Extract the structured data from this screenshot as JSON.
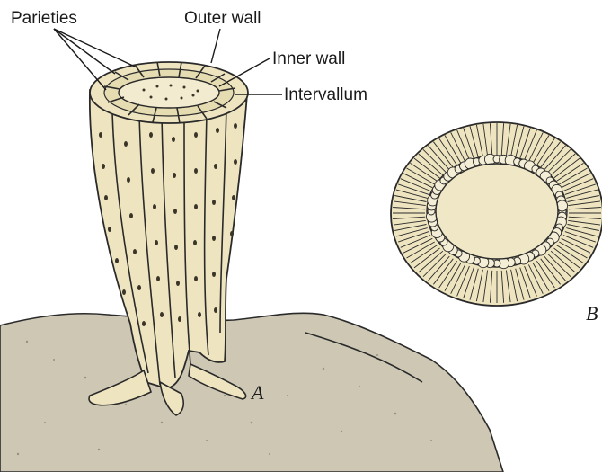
{
  "labels": {
    "parieties": "Parieties",
    "outer_wall": "Outer wall",
    "inner_wall": "Inner wall",
    "intervallum": "Intervallum"
  },
  "panels": {
    "a": "A",
    "b": "B"
  },
  "colors": {
    "fossil_fill": "#eee5c0",
    "ground_fill": "#cdc7b4",
    "ink": "#2a2a2a"
  }
}
